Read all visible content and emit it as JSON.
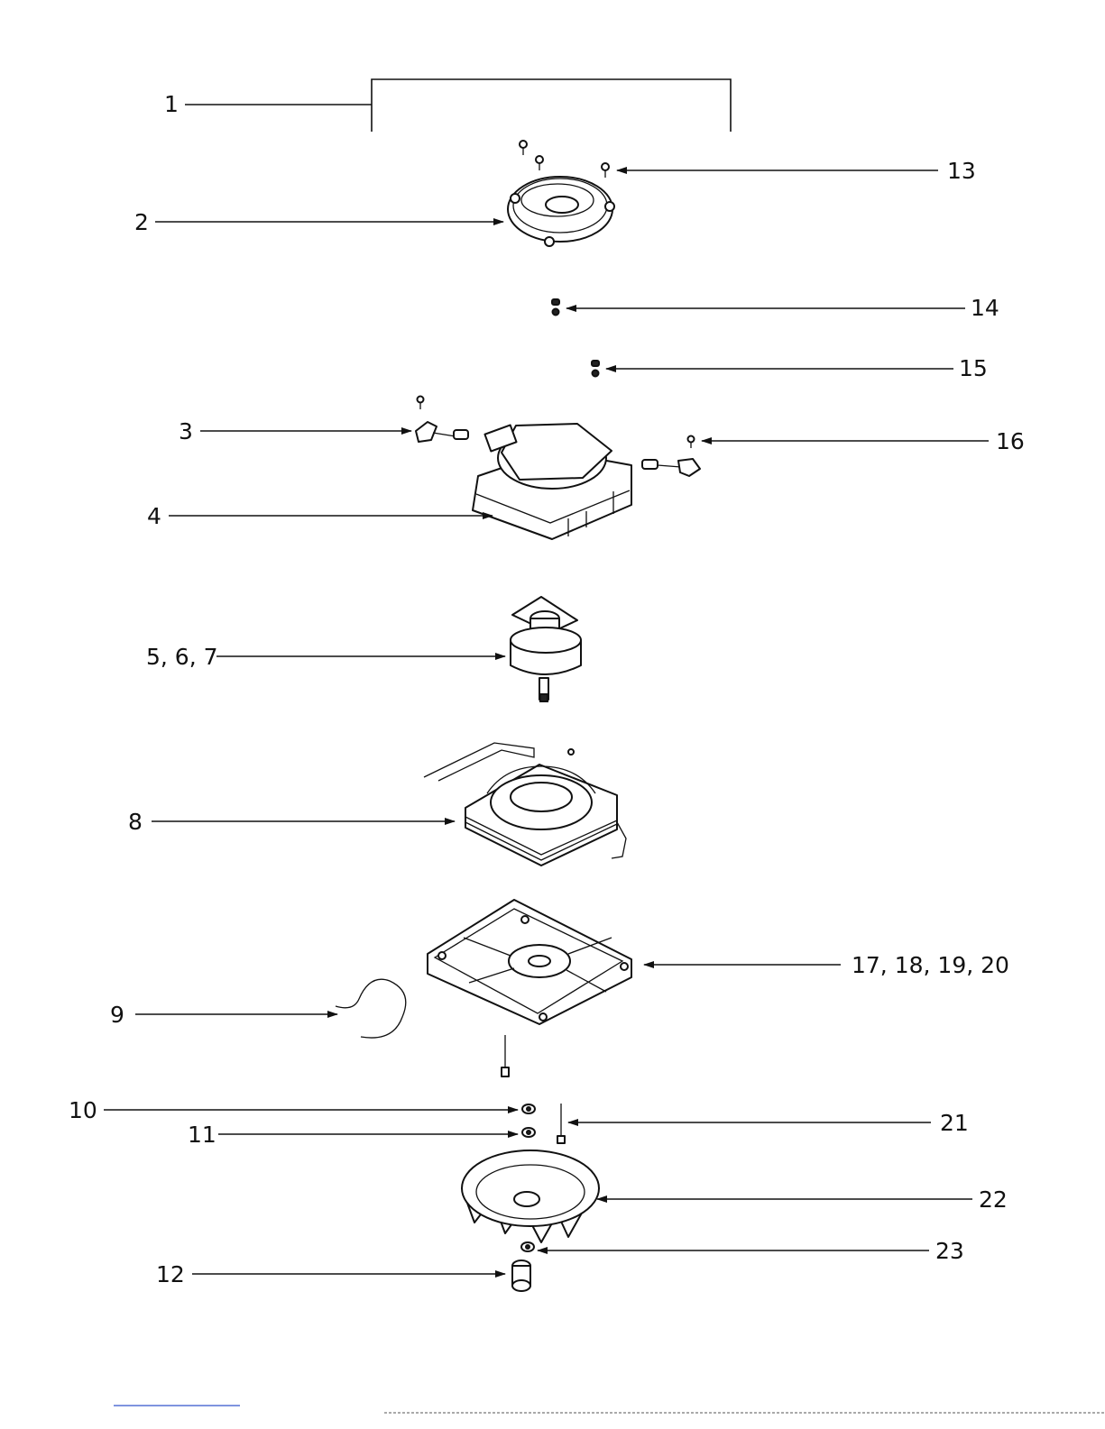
{
  "callouts": {
    "c1": "1",
    "c2": "2",
    "c3": "3",
    "c4": "4",
    "c5_6_7": "5, 6, 7",
    "c8": "8",
    "c9": "9",
    "c10": "10",
    "c11": "11",
    "c12": "12",
    "c13": "13",
    "c14": "14",
    "c15": "15",
    "c16": "16",
    "c17_20": "17, 18, 19, 20",
    "c21": "21",
    "c22": "22",
    "c23": "23"
  }
}
